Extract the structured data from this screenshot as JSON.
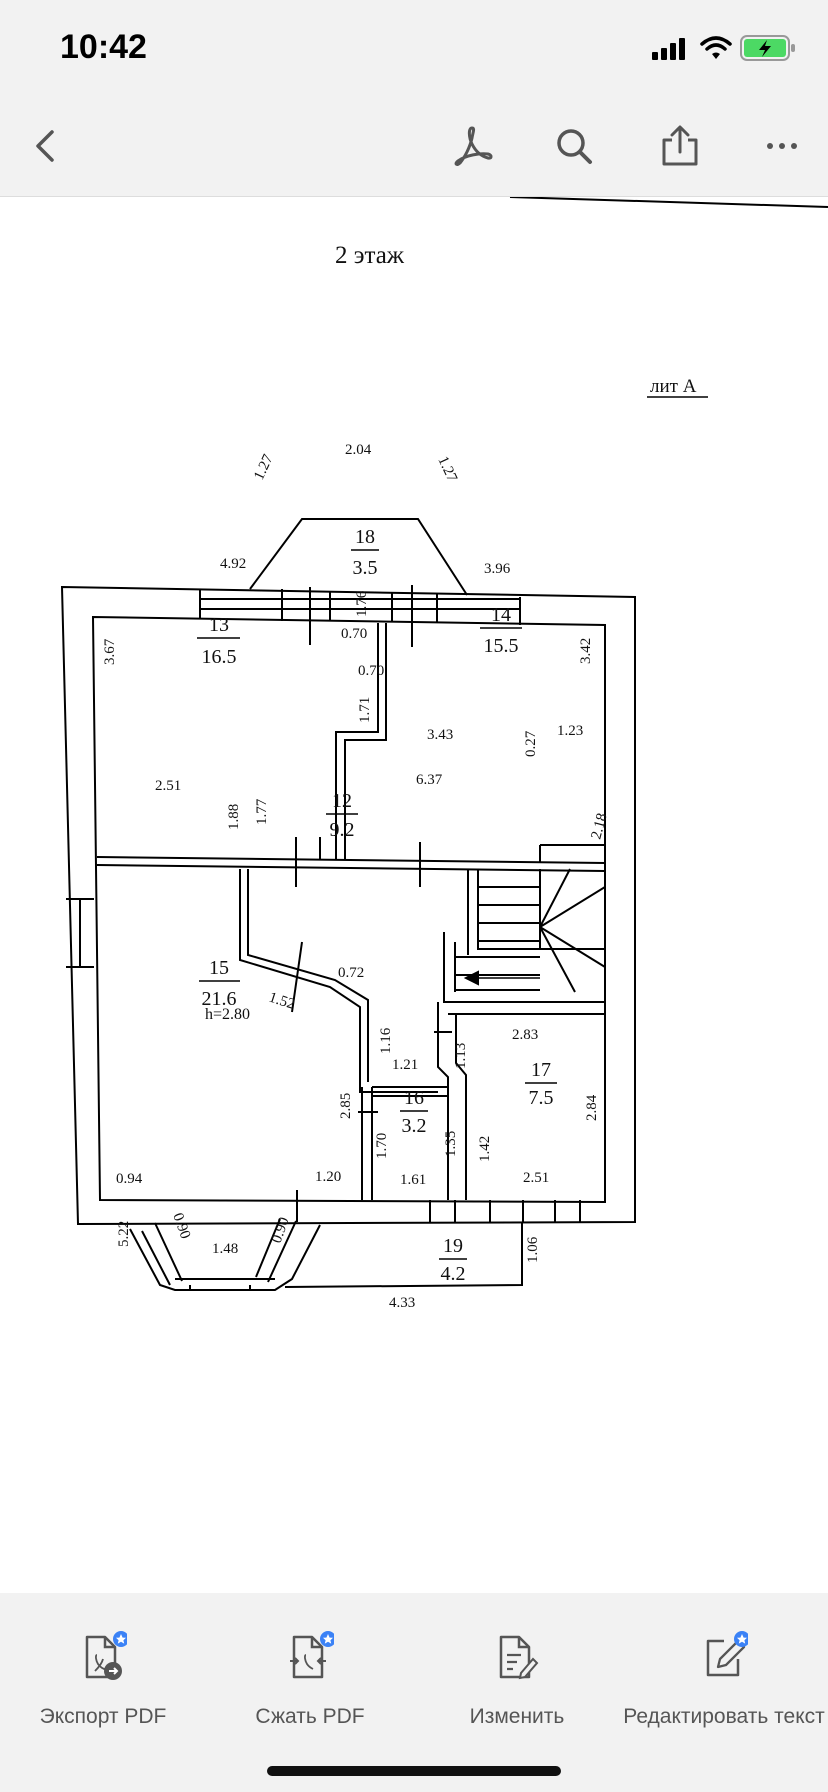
{
  "status_bar": {
    "time": "10:42"
  },
  "toolbar": {
    "back_icon": "chevron-left-icon",
    "acrobat_icon": "acrobat-icon",
    "search_icon": "search-icon",
    "share_icon": "share-icon",
    "more_icon": "more-icon"
  },
  "plan": {
    "floor_title": "2 этаж",
    "liter": "лит А",
    "ceiling_height": "h=2.80",
    "rooms": [
      {
        "number": "13",
        "area": "16.5"
      },
      {
        "number": "14",
        "area": "15.5"
      },
      {
        "number": "12",
        "area": "9.2"
      },
      {
        "number": "15",
        "area": "21.6"
      },
      {
        "number": "16",
        "area": "3.2"
      },
      {
        "number": "17",
        "area": "7.5"
      },
      {
        "number": "18",
        "area": "3.5"
      },
      {
        "number": "19",
        "area": "4.2"
      }
    ],
    "dimensions": [
      "2.04",
      "1.27",
      "1.27",
      "4.92",
      "3.96",
      "3.67",
      "1.76",
      "0.70",
      "0.70",
      "1.71",
      "3.42",
      "3.43",
      "0.27",
      "1.23",
      "6.37",
      "2.51",
      "1.88",
      "1.77",
      "2.18",
      "0.72",
      "1.52",
      "5.22",
      "1.16",
      "1.13",
      "2.83",
      "1.21",
      "2.85",
      "2.84",
      "1.70",
      "1.35",
      "1.42",
      "0.94",
      "1.20",
      "1.61",
      "2.51",
      "0.90",
      "0.90",
      "1.48",
      "1.06",
      "4.33"
    ]
  },
  "bottom_bar": [
    {
      "label": "Экспорт PDF",
      "icon": "export-pdf-icon",
      "badge": "star"
    },
    {
      "label": "Сжать PDF",
      "icon": "compress-pdf-icon",
      "badge": "star"
    },
    {
      "label": "Изменить",
      "icon": "edit-document-icon"
    },
    {
      "label": "Редактировать текст",
      "icon": "edit-text-icon",
      "badge": "star"
    }
  ],
  "colors": {
    "bar_bg": "#f2f2f2",
    "badge": "#3b82f6",
    "battery": "#4cd964",
    "icon": "#555555"
  }
}
